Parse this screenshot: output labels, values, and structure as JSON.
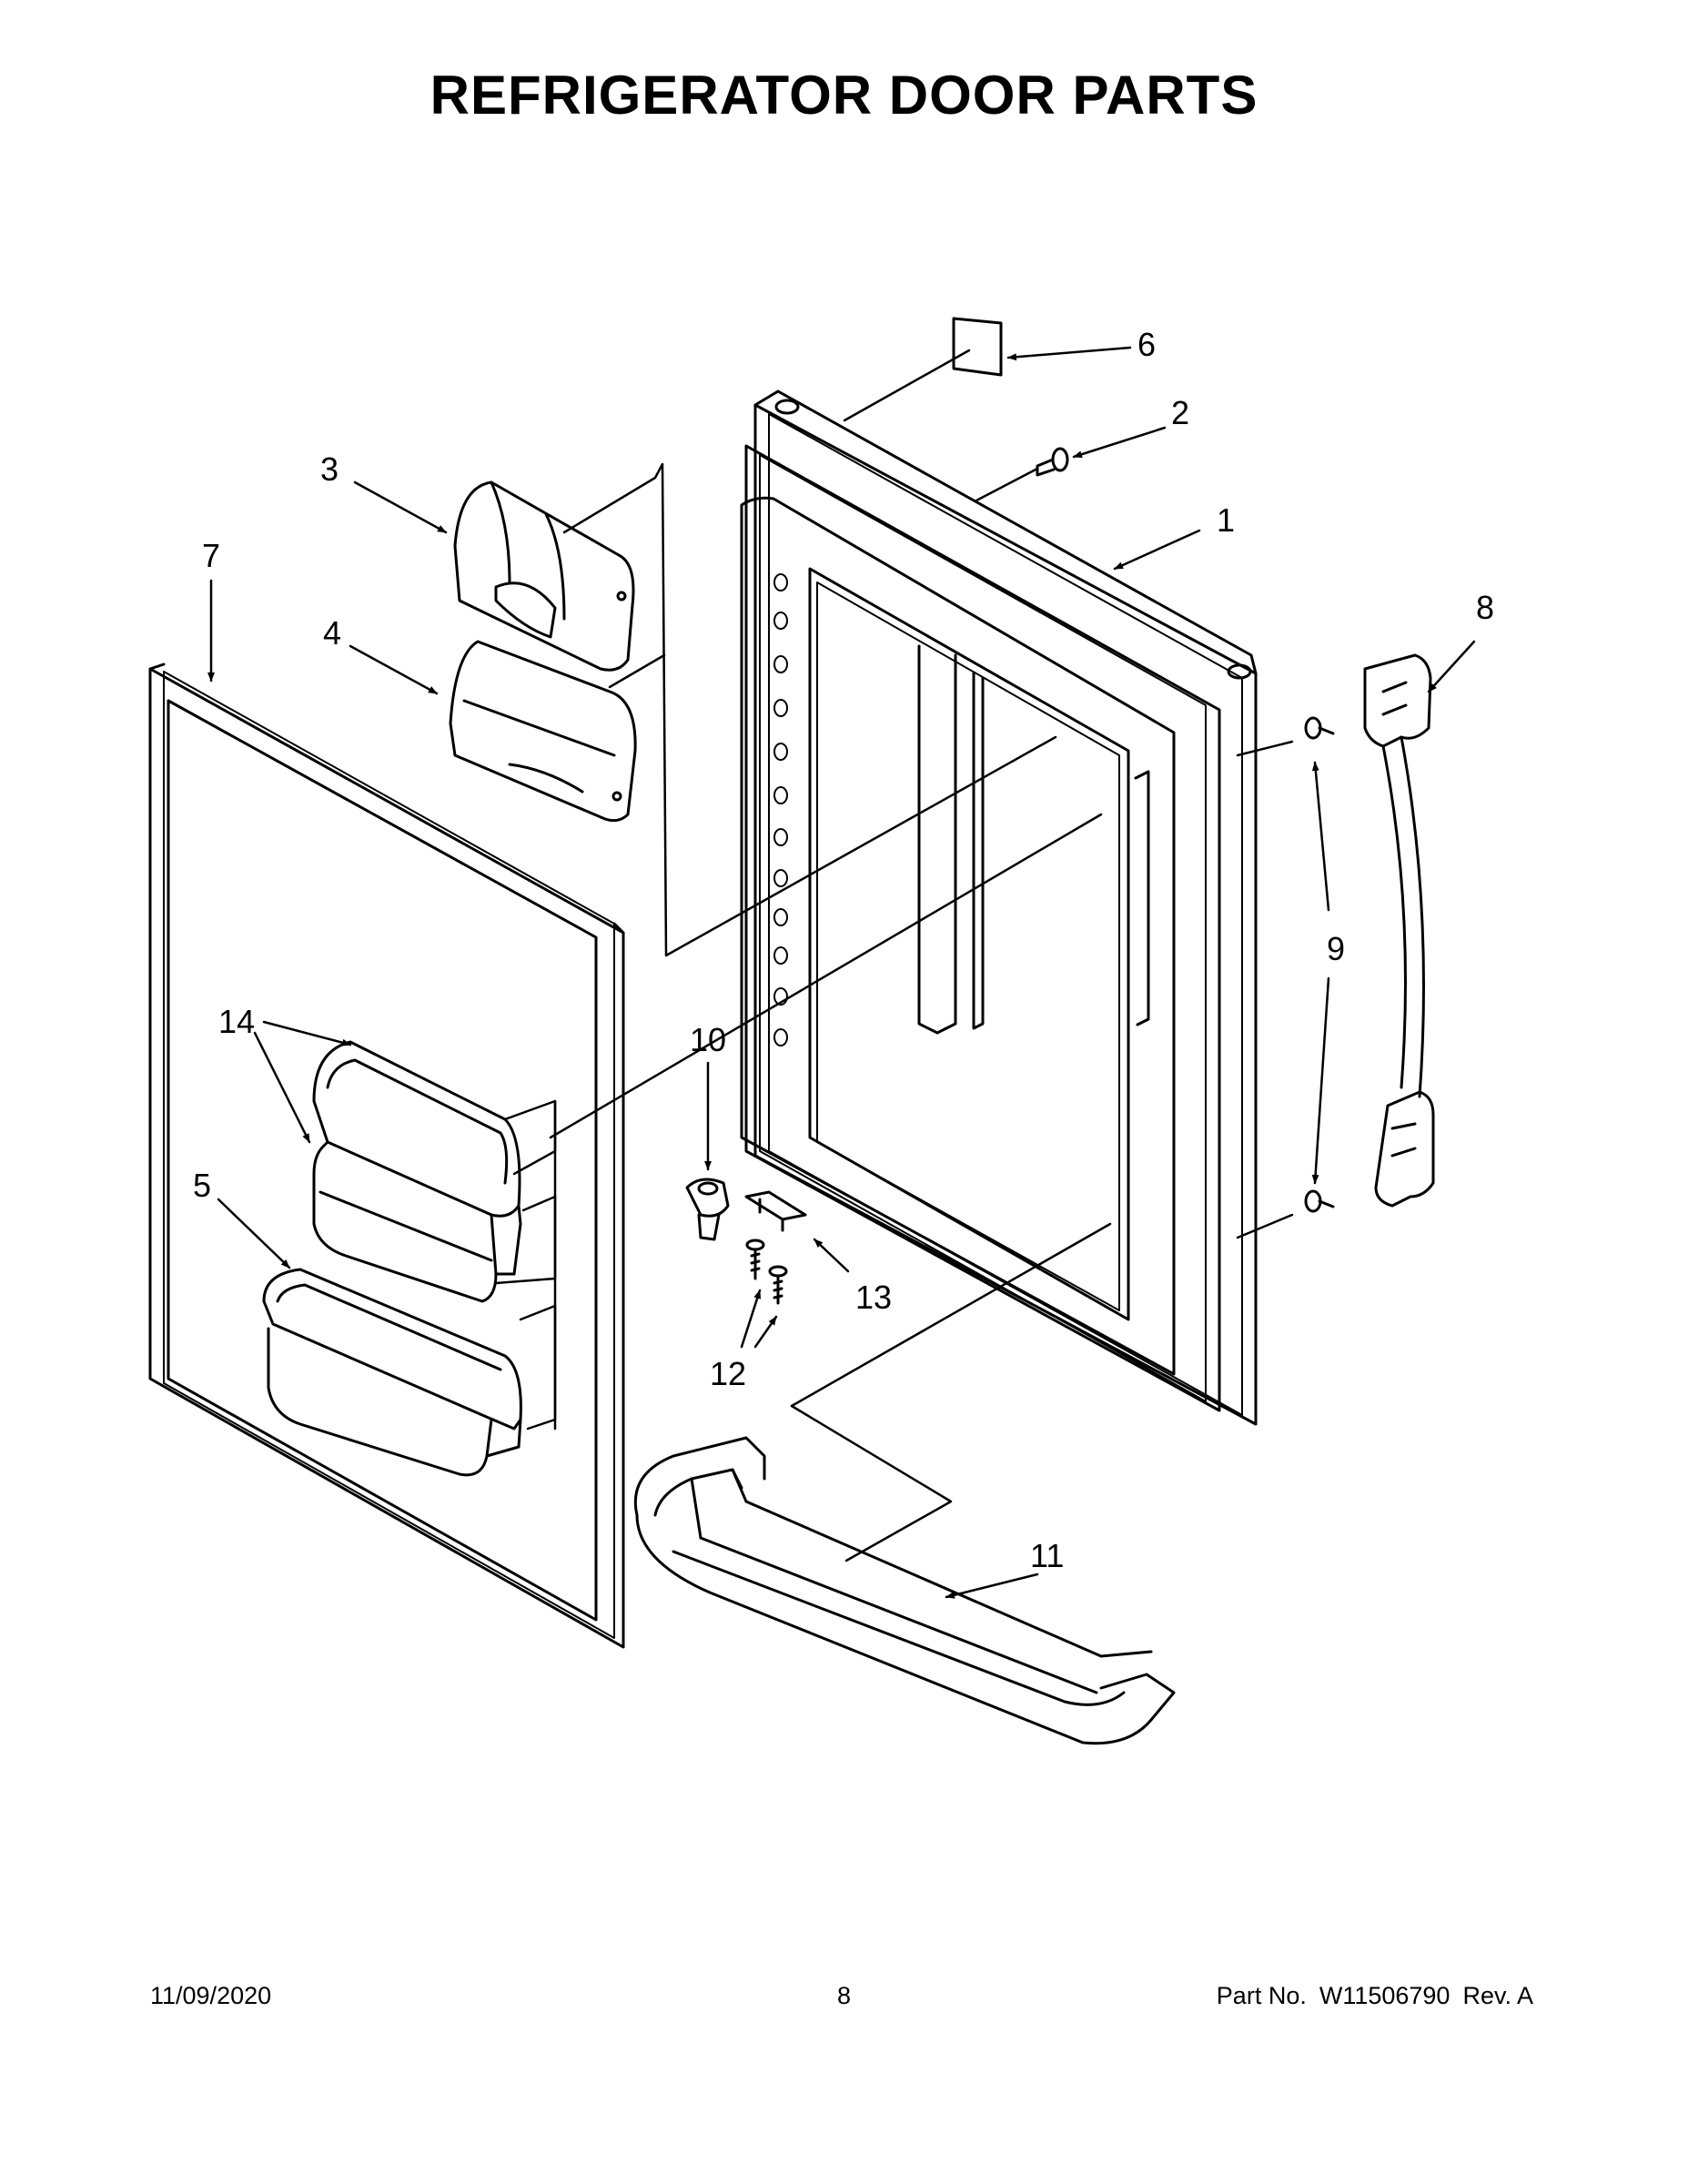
{
  "title": "REFRIGERATOR DOOR PARTS",
  "callouts": [
    "1",
    "2",
    "3",
    "4",
    "5",
    "6",
    "7",
    "8",
    "9",
    "10",
    "11",
    "12",
    "13",
    "14"
  ],
  "footer": {
    "date": "11/09/2020",
    "page": "8",
    "part_label": "Part No.",
    "part_number": "W11506790",
    "revision": "Rev.  A"
  }
}
